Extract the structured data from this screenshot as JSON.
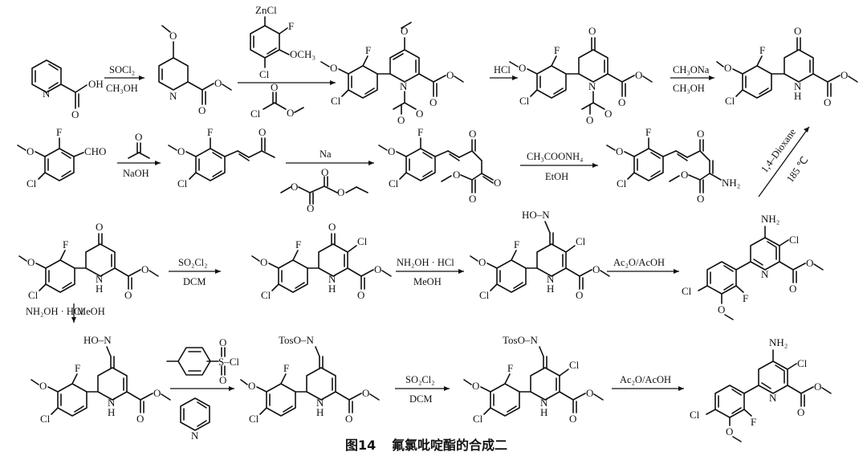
{
  "caption": {
    "number": "图14",
    "title": "氟氯吡啶酯的合成二"
  },
  "reagents": {
    "r1_top": "SOCl₂",
    "r1_bottom": "CH₃OH",
    "r2_zncl": "ZnCl",
    "r2_f": "F",
    "r2_och3": "OCH₃",
    "r2_cl": "Cl",
    "r3": "HCl",
    "r4_top": "CH₃ONa",
    "r4_bottom": "CH₃OH",
    "r5_bottom": "NaOH",
    "r6_top": "Na",
    "r7_top": "CH₃COONH₄",
    "r7_bottom": "EtOH",
    "r8_top": "1,4–Dioxane",
    "r8_bottom": "185 ℃",
    "r9_top": "SO₂Cl₂",
    "r9_bottom": "DCM",
    "r10_top": "NH₂OH · HCl",
    "r10_bottom": "MeOH",
    "r11": "Ac₂O/AcOH",
    "r12_left": "NH₂OH · HCl",
    "r12_right": "MeOH",
    "r13_sulfonyl": "S–Cl",
    "r14_top": "SO₂Cl₂",
    "r14_bottom": "DCM",
    "r15": "Ac₂O/AcOH"
  },
  "atoms": {
    "O": "O",
    "OH": "OH",
    "N": "N",
    "H": "H",
    "F": "F",
    "Cl": "Cl",
    "CHO": "CHO",
    "NH2": "NH₂",
    "HON": "HO–N",
    "TosO": "TosO–N"
  }
}
